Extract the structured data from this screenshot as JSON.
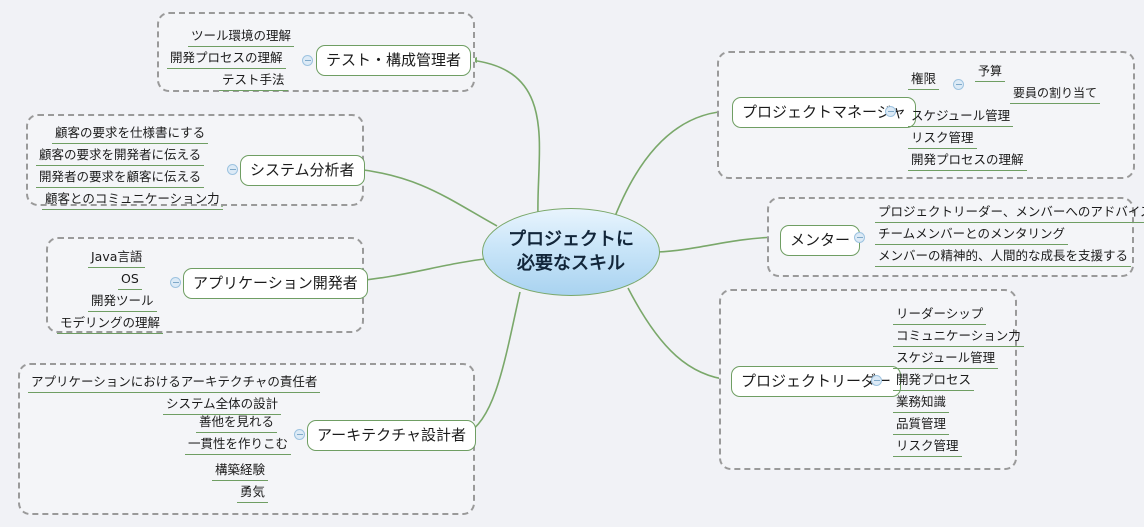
{
  "canvas": {
    "background_color": "#f1f2f6",
    "branch_color": "#6f9e63",
    "group_border_color": "#9a9a9a",
    "center_fill_top": "#e8f4fd",
    "center_fill_bottom": "#a9d3f0"
  },
  "center": {
    "line1": "プロジェクトに",
    "line2": "必要なスキル"
  },
  "branches": [
    {
      "id": "test-config-manager",
      "title": "テスト・構成管理者",
      "children": [
        "ツール環境の理解",
        "開発プロセスの理解",
        "テスト手法"
      ]
    },
    {
      "id": "system-analyst",
      "title": "システム分析者",
      "children": [
        "顧客の要求を仕様書にする",
        "顧客の要求を開発者に伝える",
        "開発者の要求を顧客に伝える",
        "顧客とのコミュニケーション力"
      ]
    },
    {
      "id": "application-developer",
      "title": "アプリケーション開発者",
      "children": [
        "Java言語",
        "OS",
        "開発ツール",
        "モデリングの理解"
      ]
    },
    {
      "id": "architecture-designer",
      "title": "アーキテクチャ設計者",
      "children": [
        "アプリケーションにおけるアーキテクチャの責任者",
        "システム全体の設計",
        "善他を見れる",
        "一貫性を作りこむ",
        "構築経験",
        "勇気"
      ]
    },
    {
      "id": "project-manager",
      "title": "プロジェクトマネージャ",
      "children": [
        "権限",
        "スケジュール管理",
        "リスク管理",
        "開発プロセスの理解"
      ],
      "grandchildren": {
        "parent": "権限",
        "items": [
          "予算",
          "要員の割り当て"
        ]
      }
    },
    {
      "id": "mentor",
      "title": "メンター",
      "children": [
        "プロジェクトリーダー、メンバーへのアドバイス",
        "チームメンバーとのメンタリング",
        "メンバーの精神的、人間的な成長を支援する"
      ]
    },
    {
      "id": "project-leader",
      "title": "プロジェクトリーダー",
      "children": [
        "リーダーシップ",
        "コミュニケーション力",
        "スケジュール管理",
        "開発プロセス",
        "業務知識",
        "品質管理",
        "リスク管理"
      ]
    }
  ]
}
